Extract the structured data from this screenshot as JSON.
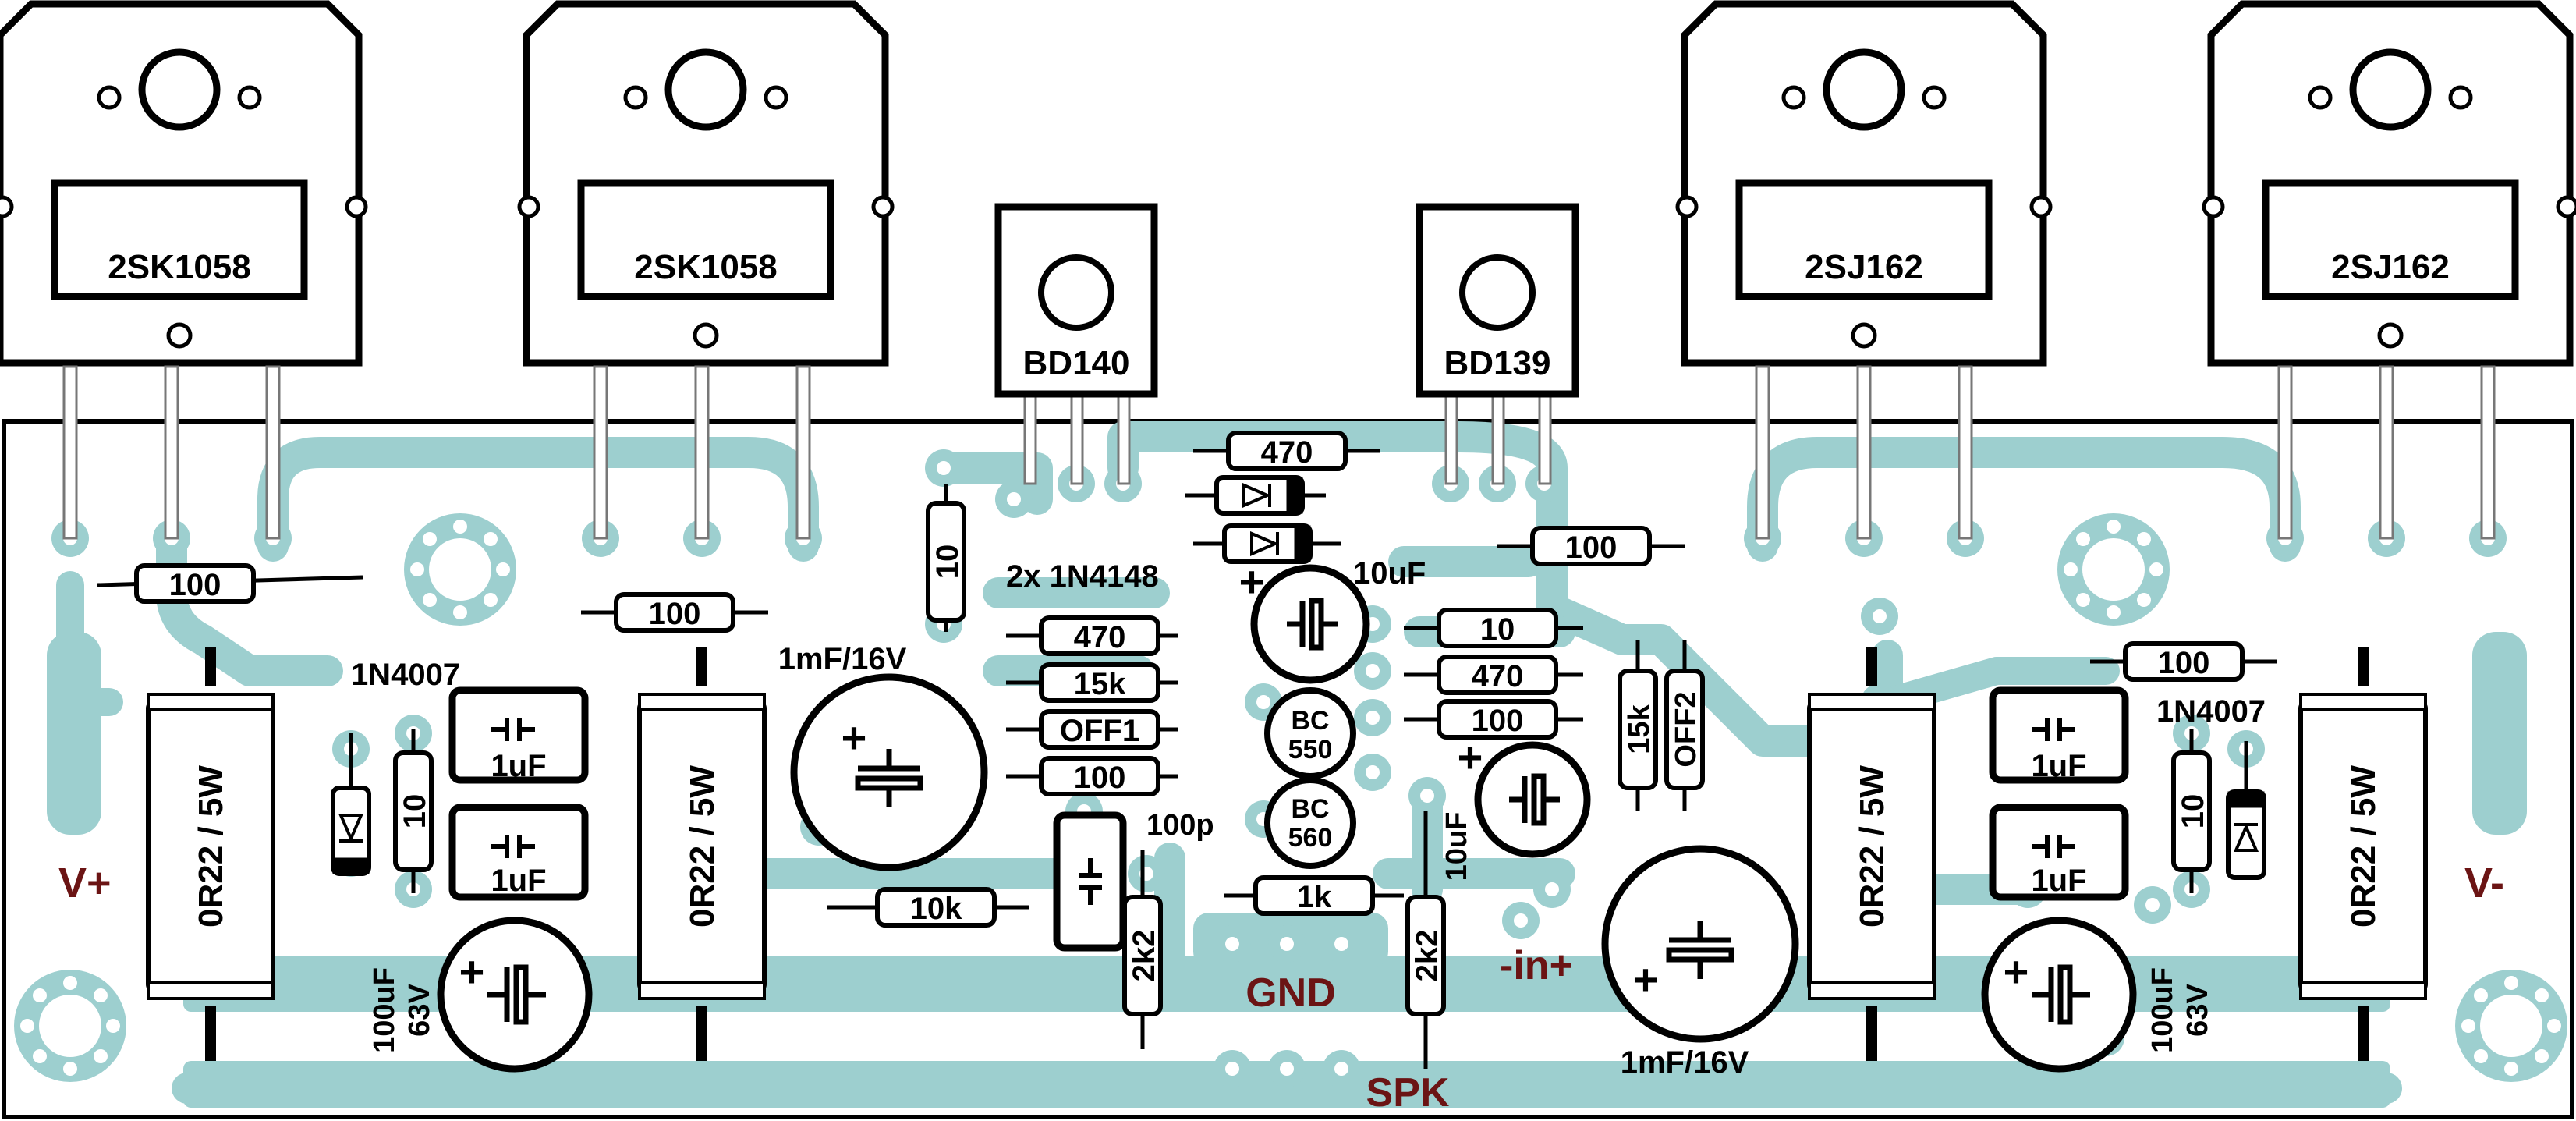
{
  "colors": {
    "copper": "#9dcfcf",
    "outline": "#000000",
    "terminal_label": "#6b1414",
    "background": "#ffffff"
  },
  "transistors": {
    "q1": "2SK1058",
    "q2": "2SK1058",
    "q3": "2SJ162",
    "q4": "2SJ162",
    "driver_left": "BD140",
    "driver_right": "BD139",
    "small_1": "BC\n550",
    "small_2": "BC\n560",
    "small_1_line1": "BC",
    "small_1_line2": "550",
    "small_2_line1": "BC",
    "small_2_line2": "560"
  },
  "resistors": {
    "gate_l1": "100",
    "gate_l2": "100",
    "gate_r": "100",
    "gate_r2": "100",
    "r470_top": "470",
    "r10_vert": "10",
    "r470_mid": "470",
    "r15k": "15k",
    "off1": "OFF1",
    "r100_mid": "100",
    "r10_right": "10",
    "r470_right": "470",
    "r100_right": "100",
    "r15k_vert": "15k",
    "off2": "OFF2",
    "r10k": "10k",
    "r1k": "1k",
    "r2k2_a": "2k2",
    "r2k2_b": "2k2",
    "r10_left": "10",
    "r10_rightv": "10",
    "power_1": "0R22 / 5W",
    "power_2": "0R22 / 5W",
    "power_3": "0R22 / 5W",
    "power_4": "0R22 / 5W"
  },
  "capacitors": {
    "c1uf_1": "1uF",
    "c1uf_2": "1uF",
    "c1uf_3": "1uF",
    "c1uf_4": "1uF",
    "c10uf_top": "10uF",
    "c10uf_vert": "10uF",
    "c1mf_left": "1mF/16V",
    "c1mf_right": "1mF/16V",
    "c100p": "100p",
    "c100uf_left_1": "100uF",
    "c100uf_left_2": "63V",
    "c100uf_right_1": "100uF",
    "c100uf_right_2": "63V"
  },
  "diodes": {
    "pair": "2x 1N4148",
    "d_left": "1N4007",
    "d_right": "1N4007"
  },
  "terminals": {
    "v_plus": "V+",
    "v_minus": "V-",
    "gnd": "GND",
    "spk": "SPK",
    "input": "-in+"
  },
  "symbols": {
    "plus": "+"
  }
}
